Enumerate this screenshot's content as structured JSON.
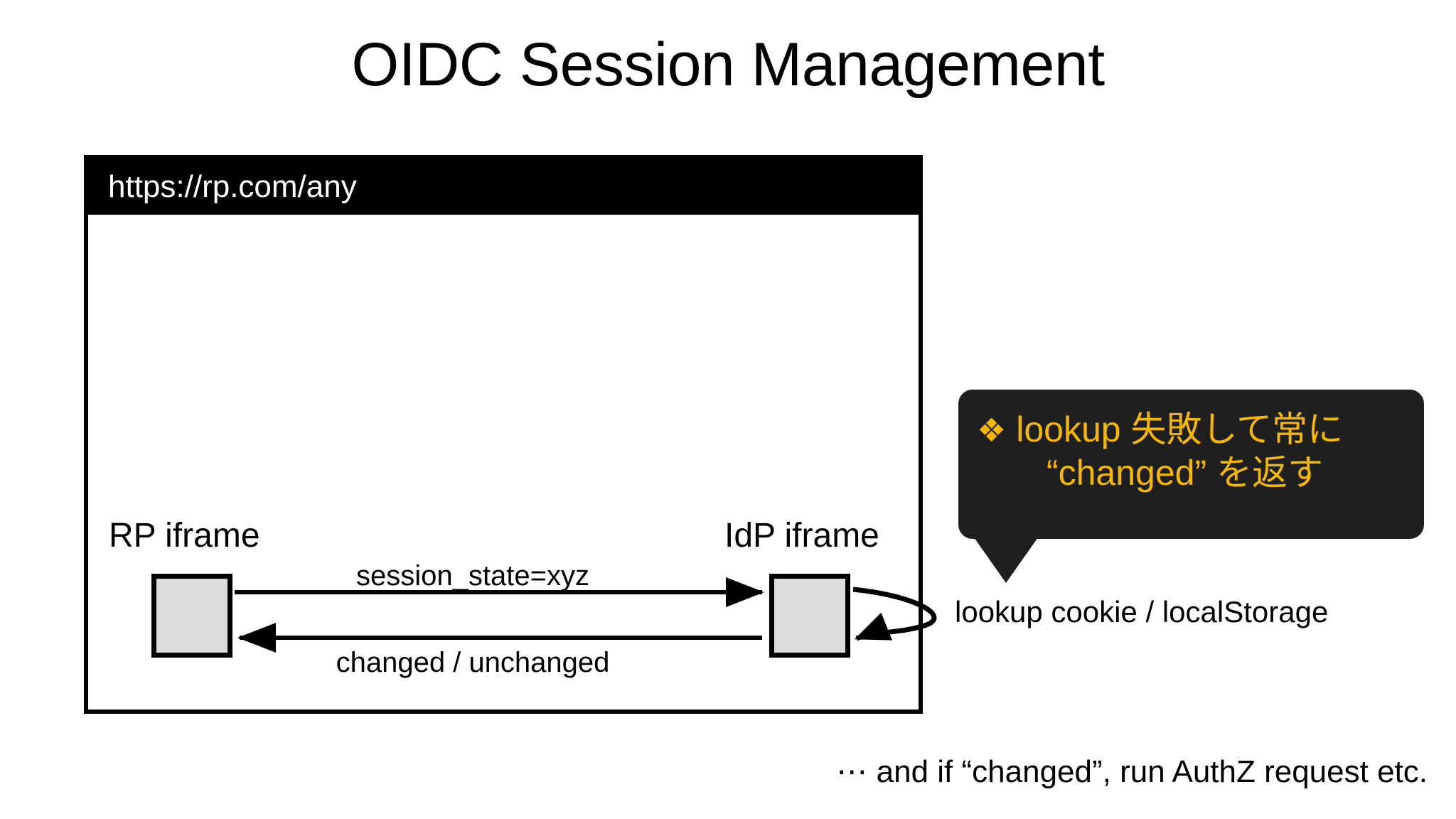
{
  "slide": {
    "title": "OIDC Session Management",
    "background_color": "#ffffff"
  },
  "browser": {
    "url": "https://rp.com/any",
    "urlbar_color": "#000000",
    "url_text_color": "#ffffff",
    "frame_color": "#000000"
  },
  "diagram": {
    "type": "sequence",
    "nodes": [
      {
        "id": "rp",
        "label": "RP iframe",
        "fill": "#dcdcdc",
        "stroke": "#000000"
      },
      {
        "id": "idp",
        "label": "IdP iframe",
        "fill": "#dcdcdc",
        "stroke": "#000000"
      }
    ],
    "messages": [
      {
        "from": "rp",
        "to": "idp",
        "label": "session_state=xyz",
        "direction": "right"
      },
      {
        "from": "idp",
        "to": "rp",
        "label": "changed / unchanged",
        "direction": "left"
      },
      {
        "from": "idp",
        "to": "idp",
        "label": "lookup cookie / localStorage",
        "direction": "self-loop"
      }
    ]
  },
  "callout": {
    "bullet_icon": "❖",
    "line1": "lookup 失敗して常に",
    "line2": "“changed” を返す",
    "text_color": "#f5b800",
    "background_color": "#1f1f1f"
  },
  "footnote": {
    "text": "⋯ and if “changed”, run AuthZ request etc."
  }
}
